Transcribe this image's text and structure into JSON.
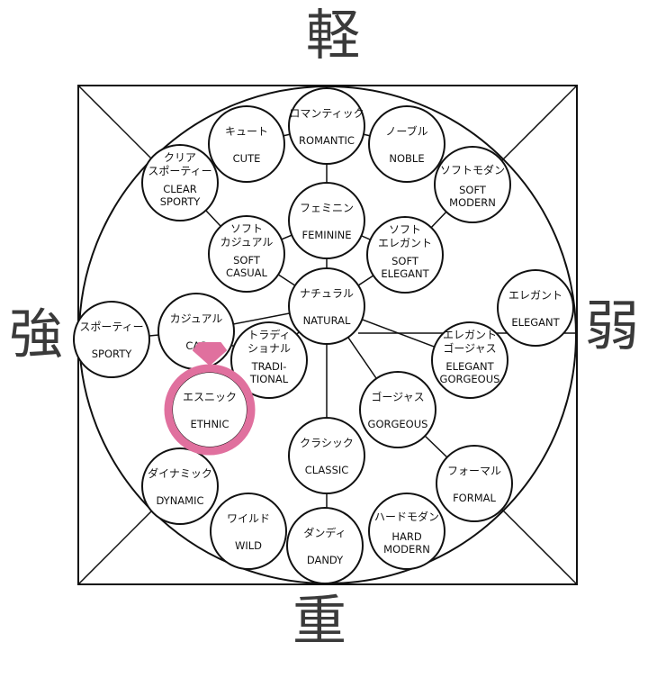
{
  "axes": {
    "top": "軽",
    "bottom": "重",
    "left": "強",
    "right": "弱"
  },
  "nodes": {
    "romantic": [
      "ロマンティック",
      "ROMANTIC"
    ],
    "cute": [
      "キュート",
      "CUTE"
    ],
    "noble": [
      "ノーブル",
      "NOBLE"
    ],
    "clear_sporty": [
      "クリア",
      "スポーティー",
      "CLEAR",
      "SPORTY"
    ],
    "soft_modern": [
      "ソフトモダン",
      "SOFT",
      "MODERN"
    ],
    "feminine": [
      "フェミニン",
      "FEMININE"
    ],
    "soft_casual": [
      "ソフト",
      "カジュアル",
      "SOFT",
      "CASUAL"
    ],
    "soft_elegant": [
      "ソフト",
      "エレガント",
      "SOFT",
      "ELEGANT"
    ],
    "natural": [
      "ナチュラル",
      "NATURAL"
    ],
    "elegant": [
      "エレガント",
      "ELEGANT"
    ],
    "sporty": [
      "スポーティー",
      "SPORTY"
    ],
    "casual": [
      "カジュアル",
      "CAS"
    ],
    "traditional": [
      "トラディ",
      "ショナル",
      "TRADI-",
      "TIONAL"
    ],
    "elegant_gorgeous": [
      "エレガント",
      "ゴージャス",
      "ELEGANT",
      "GORGEOUS"
    ],
    "ethnic": [
      "エスニック",
      "ETHNIC"
    ],
    "gorgeous": [
      "ゴージャス",
      "GORGEOUS"
    ],
    "classic": [
      "クラシック",
      "CLASSIC"
    ],
    "formal": [
      "フォーマル",
      "FORMAL"
    ],
    "dynamic": [
      "ダイナミック",
      "DYNAMIC"
    ],
    "wild": [
      "ワイルド",
      "WILD"
    ],
    "dandy": [
      "ダンディ",
      "DANDY"
    ],
    "hard_modern": [
      "ハードモダン",
      "HARD",
      "MODERN"
    ]
  },
  "colors": {
    "line": "#111111",
    "highlight": "#e0709e",
    "axis_text": "#3a3a3a"
  },
  "highlight_icon": "ring-icon"
}
